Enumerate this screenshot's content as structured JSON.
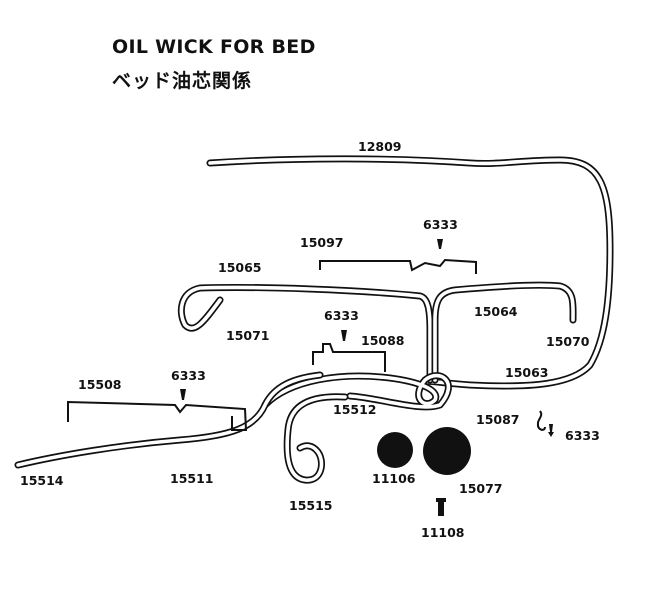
{
  "title": "OIL  WICK  FOR BED",
  "subtitle": "ベッド油芯関係",
  "colors": {
    "ink": "#111111",
    "wick_fill": "#ffffff",
    "paper": "#ffffff"
  },
  "parts": [
    {
      "id": "12809",
      "label": "12809"
    },
    {
      "id": "6333-a",
      "label": "6333"
    },
    {
      "id": "15097",
      "label": "15097"
    },
    {
      "id": "15065",
      "label": "15065"
    },
    {
      "id": "15064",
      "label": "15064"
    },
    {
      "id": "6333-b",
      "label": "6333"
    },
    {
      "id": "15071",
      "label": "15071"
    },
    {
      "id": "15088",
      "label": "15088"
    },
    {
      "id": "15070",
      "label": "15070"
    },
    {
      "id": "15508",
      "label": "15508"
    },
    {
      "id": "6333-c",
      "label": "6333"
    },
    {
      "id": "15063",
      "label": "15063"
    },
    {
      "id": "15512",
      "label": "15512"
    },
    {
      "id": "15087",
      "label": "15087"
    },
    {
      "id": "6333-d",
      "label": "6333"
    },
    {
      "id": "15514",
      "label": "15514"
    },
    {
      "id": "15511",
      "label": "15511"
    },
    {
      "id": "11106",
      "label": "11106"
    },
    {
      "id": "15077",
      "label": "15077"
    },
    {
      "id": "15515",
      "label": "15515"
    },
    {
      "id": "11108",
      "label": "11108"
    }
  ]
}
